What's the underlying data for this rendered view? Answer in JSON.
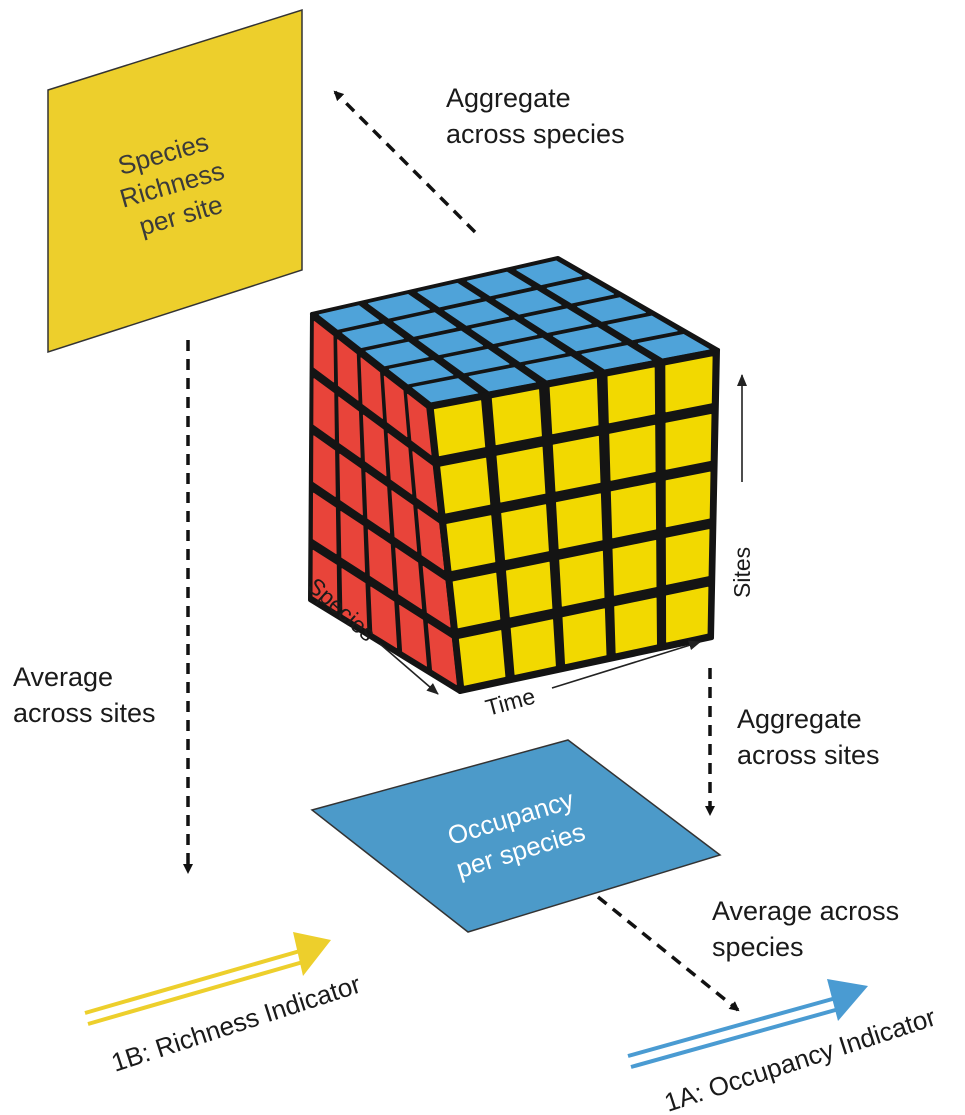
{
  "panels": {
    "richness": {
      "lines": [
        "Species",
        "Richness",
        "per site"
      ],
      "color": "#EDCF2C",
      "text_color": "#3a3a3a"
    },
    "occupancy": {
      "lines": [
        "Occupancy",
        "per species"
      ],
      "color": "#4C9AC9",
      "text_color": "#ffffff"
    }
  },
  "cube": {
    "grid": 5,
    "colors": {
      "top": "#4FA3D9",
      "front": "#F2D900",
      "side": "#E8443A",
      "frame": "#141414"
    },
    "axes": {
      "species": "Species",
      "time": "Time",
      "sites": "Sites"
    }
  },
  "labels": {
    "aggregate_species": [
      "Aggregate",
      "across species"
    ],
    "aggregate_sites": [
      "Aggregate",
      "across sites"
    ],
    "average_sites": [
      "Average",
      "across sites"
    ],
    "average_species": [
      "Average across",
      "species"
    ]
  },
  "indicators": {
    "richness": {
      "label": "1B: Richness Indicator",
      "color": "#EDCF2C"
    },
    "occupancy": {
      "label": "1A: Occupancy Indicator",
      "color": "#4A9BD2"
    }
  }
}
